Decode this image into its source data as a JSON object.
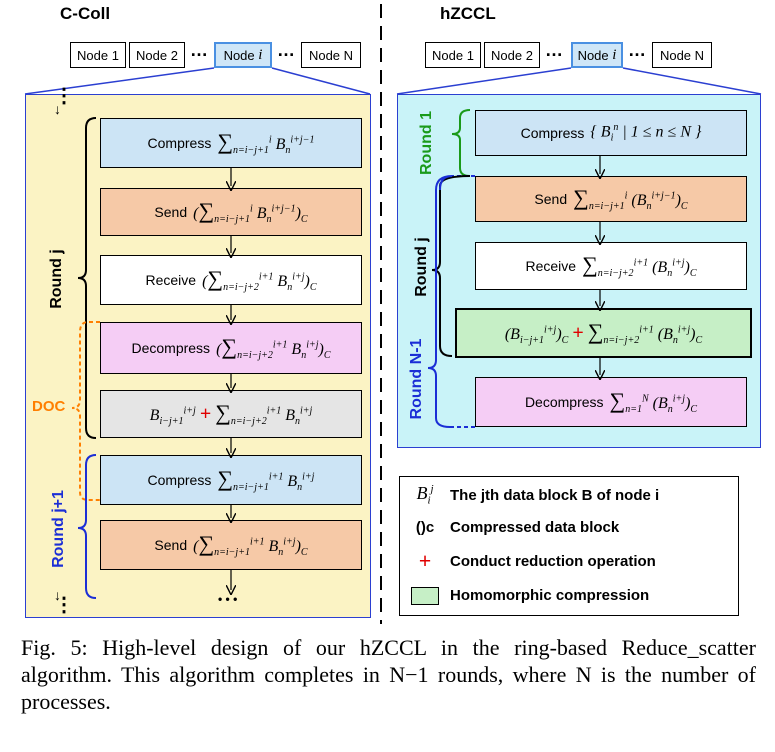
{
  "left": {
    "title": "C-Coll",
    "nodes": [
      "Node 1",
      "Node 2",
      "Node",
      "Node N"
    ],
    "node_i_var": "i",
    "ellipsis": "…",
    "top_dots": "⋮",
    "bottom_dots": "⋮",
    "cont_dots": "• • •",
    "round_j": "Round j",
    "round_j1": "Round j+1",
    "doc": "DOC",
    "steps": [
      {
        "label": "Compress",
        "formula": "Σ n=i−j+1..i  B_n^(i+j−1)"
      },
      {
        "label": "Send",
        "formula": "(Σ n=i−j+1..i  B_n^(i+j−1))_C"
      },
      {
        "label": "Receive",
        "formula": "(Σ n=i−j+2..i+1  B_n^(i+j))_C"
      },
      {
        "label": "Decompress",
        "formula": "(Σ n=i−j+2..i+1  B_n^(i+j))_C"
      },
      {
        "label": "",
        "formula": "B_(i−j+1)^(i+j) + Σ n=i−j+2..i+1  B_n^(i+j)"
      },
      {
        "label": "Compress",
        "formula": "Σ n=i−j+1..i+1  B_n^(i+j)"
      },
      {
        "label": "Send",
        "formula": "(Σ n=i−j+1..i+1  B_n^(i+j))_C"
      }
    ]
  },
  "right": {
    "title": "hZCCL",
    "nodes": [
      "Node 1",
      "Node 2",
      "Node",
      "Node N"
    ],
    "node_i_var": "i",
    "ellipsis": "…",
    "round_1": "Round 1",
    "round_j": "Round j",
    "round_n1": "Round N-1",
    "steps": [
      {
        "label": "Compress",
        "formula": "{ B_i^n | 1 ≤ n ≤ N }"
      },
      {
        "label": "Send",
        "formula": "Σ n=i−j+1..i (B_n^(i+j−1))_C"
      },
      {
        "label": "Receive",
        "formula": "Σ n=i−j+2..i+1 (B_n^(i+j))_C"
      },
      {
        "label": "",
        "formula": "(B_(i−j+1)^(i+j))_C + Σ n=i−j+2..i+1 (B_n^(i+j))_C"
      },
      {
        "label": "Decompress",
        "formula": "Σ n=1..N (B_n^(i+j))_C"
      }
    ]
  },
  "legend": {
    "rows": [
      {
        "symbol": "B_i^j",
        "text": "The jth data block B of node i"
      },
      {
        "symbol": "()c",
        "text": "Compressed data block"
      },
      {
        "symbol": "+",
        "text": "Conduct reduction operation"
      },
      {
        "symbol": "green-box",
        "text": "Homomorphic compression"
      }
    ]
  },
  "caption": "Fig. 5: High-level design of our hZCCL in the ring-based Reduce_scatter algorithm. This algorithm completes in N−1 rounds, where N is the number of processes.",
  "colors": {
    "left_panel_bg": "#fbf3c4",
    "right_panel_bg": "#c9f3f8",
    "panel_border": "#2b3fd1",
    "compress": "#cce4f5",
    "send": "#f6c9a7",
    "decompress": "#f5cdf5",
    "reduce": "#e5e5e5",
    "homomorphic": "#c6efc6",
    "doc": "#ff7f00",
    "round_green": "#1a9a1a",
    "round_blue": "#1b2ed6",
    "plus": "#e00000"
  }
}
